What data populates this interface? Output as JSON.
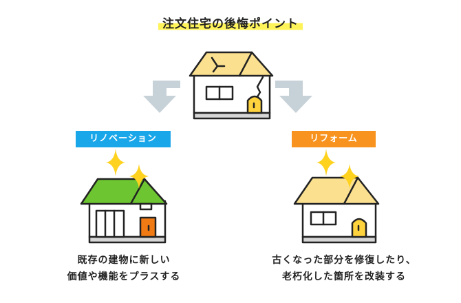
{
  "title": "注文住宅の後悔ポイント",
  "renovation": {
    "label": "リノベーション",
    "desc_line1": "既存の建物に新しい",
    "desc_line2": "価値や機能をプラスする"
  },
  "reform": {
    "label": "リフォーム",
    "desc_line1": "古くなった部分を修復したり、",
    "desc_line2": "老朽化した箇所を改装する"
  },
  "colors": {
    "highlight": "#fff35a",
    "renovation_badge": "#1aa7ea",
    "reform_badge": "#f7931e",
    "roof_green": "#6cc531",
    "roof_yellow": "#fbe08f",
    "door_orange": "#f07a14",
    "door_yellow": "#ffd33d",
    "sparkle": "#ffd21f",
    "arrow": "#c7d2d8",
    "wall": "#ffffff",
    "base": "#d6d6d6"
  }
}
